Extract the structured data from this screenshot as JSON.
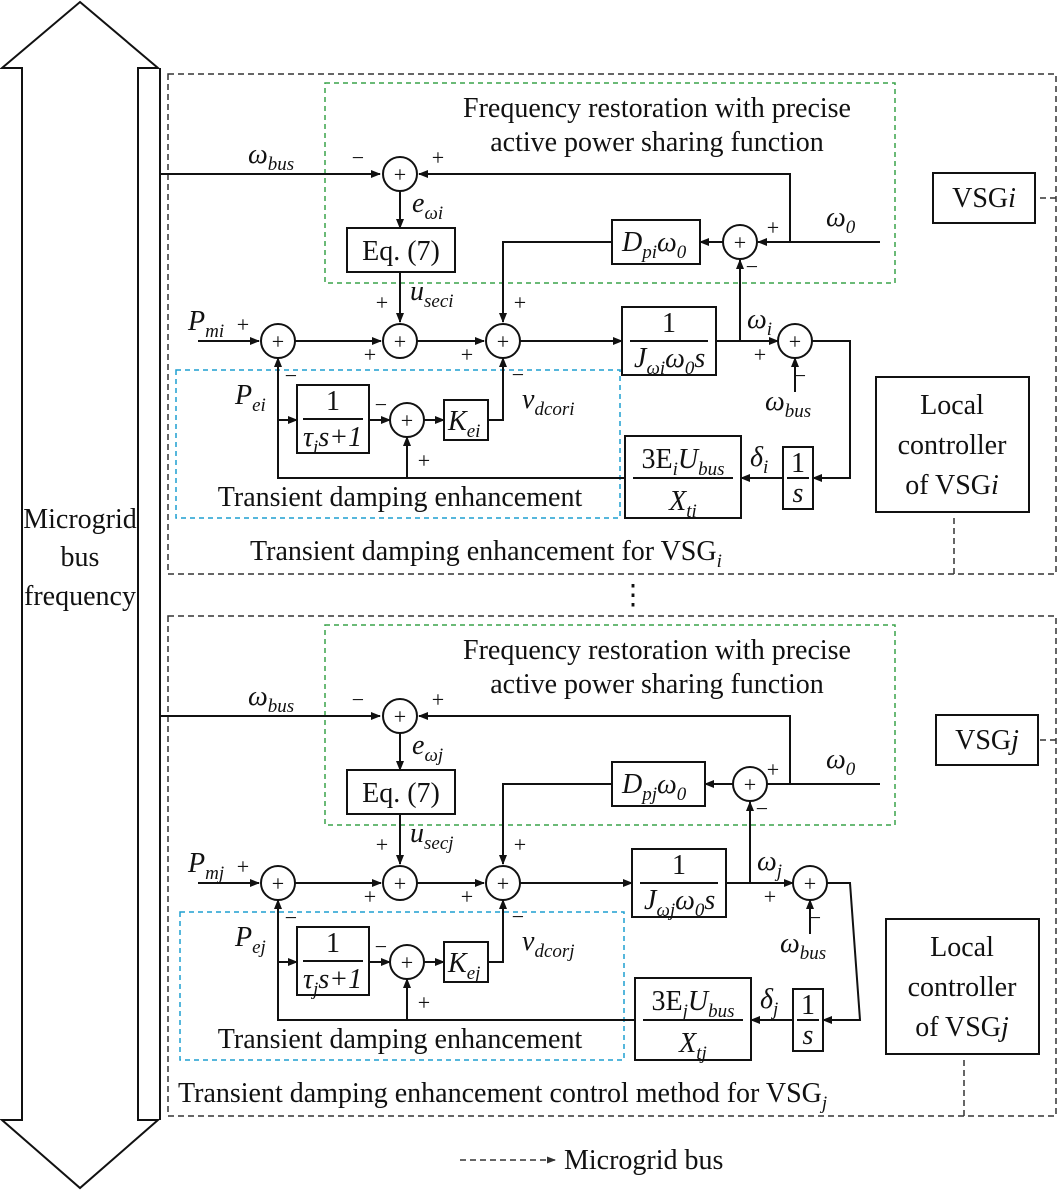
{
  "left_arrow": {
    "lines": [
      "Microgrid",
      "bus",
      "frequency"
    ]
  },
  "legend": {
    "label": "Microgrid bus"
  },
  "vertical_dots": "⋮",
  "block_i": {
    "outer_title": "Transient damping enhancement for VSG",
    "outer_title_sub": "i",
    "green_title_1": "Frequency restoration with precise",
    "green_title_2": "active power sharing function",
    "blue_title": "Transient damping enhancement",
    "vsg_label": "VSG",
    "vsg_idx": "i",
    "local_1": "Local",
    "local_2": "controller",
    "local_3": "of VSG",
    "local_idx": "i",
    "eq_box": "Eq. (7)",
    "omega_bus": "ω",
    "omega_bus_sub": "bus",
    "e_omega": "e",
    "e_omega_sub": "ωi",
    "u_sec": "u",
    "u_sec_sub": "seci",
    "P_m": "P",
    "P_m_sub": "mi",
    "P_e": "P",
    "P_e_sub": "ei",
    "v_dcor": "v",
    "v_dcor_sub": "dcori",
    "omega0": "ω",
    "omega0_sub": "0",
    "omega_i": "ω",
    "omega_i_sub": "i",
    "delta": "δ",
    "delta_sub": "i",
    "omega_bus2": "ω",
    "omega_bus2_sub": "bus",
    "D_block": "D",
    "D_sub": "pi",
    "D_tail": "ω",
    "D_tail_sub": "0",
    "K_block": "K",
    "K_sub": "ei",
    "J_num": "1",
    "J_den": "J",
    "J_den_sub": "ωi",
    "J_den_tail": "ω",
    "J_den_tail_sub": "0",
    "J_den_s": "s",
    "tau_num": "1",
    "tau_den": "τ",
    "tau_sub": "i",
    "tau_tail": "s+1",
    "int_num": "1",
    "int_den": "s",
    "P_num_a": "3E",
    "P_num_a_sub": "i",
    "P_num_b": "U",
    "P_num_b_sub": "bus",
    "P_den": "X",
    "P_den_sub": "ti"
  },
  "block_j": {
    "outer_title": "Transient damping enhancement control method for VSG",
    "outer_title_sub": "j",
    "green_title_1": "Frequency restoration with precise",
    "green_title_2": "active power sharing function",
    "blue_title": "Transient damping enhancement",
    "vsg_label": "VSG",
    "vsg_idx": "j",
    "local_1": "Local",
    "local_2": "controller",
    "local_3": "of VSG",
    "local_idx": "j",
    "eq_box": "Eq. (7)",
    "omega_bus": "ω",
    "omega_bus_sub": "bus",
    "e_omega": "e",
    "e_omega_sub": "ωj",
    "u_sec": "u",
    "u_sec_sub": "secj",
    "P_m": "P",
    "P_m_sub": "mj",
    "P_e": "P",
    "P_e_sub": "ej",
    "v_dcor": "v",
    "v_dcor_sub": "dcorj",
    "omega0": "ω",
    "omega0_sub": "0",
    "omega_i": "ω",
    "omega_i_sub": "j",
    "delta": "δ",
    "delta_sub": "j",
    "omega_bus2": "ω",
    "omega_bus2_sub": "bus",
    "D_block": "D",
    "D_sub": "pj",
    "D_tail": "ω",
    "D_tail_sub": "0",
    "K_block": "K",
    "K_sub": "ej",
    "J_num": "1",
    "J_den": "J",
    "J_den_sub": "ωj",
    "J_den_tail": "ω",
    "J_den_tail_sub": "0",
    "J_den_s": "s",
    "tau_num": "1",
    "tau_den": "τ",
    "tau_sub": "j",
    "tau_tail": "s+1",
    "int_num": "1",
    "int_den": "s",
    "P_num_a": "3E",
    "P_num_a_sub": "j",
    "P_num_b": "U",
    "P_num_b_sub": "bus",
    "P_den": "X",
    "P_den_sub": "tj"
  },
  "signs": {
    "plus": "+",
    "minus": "−",
    "sum": "+"
  }
}
